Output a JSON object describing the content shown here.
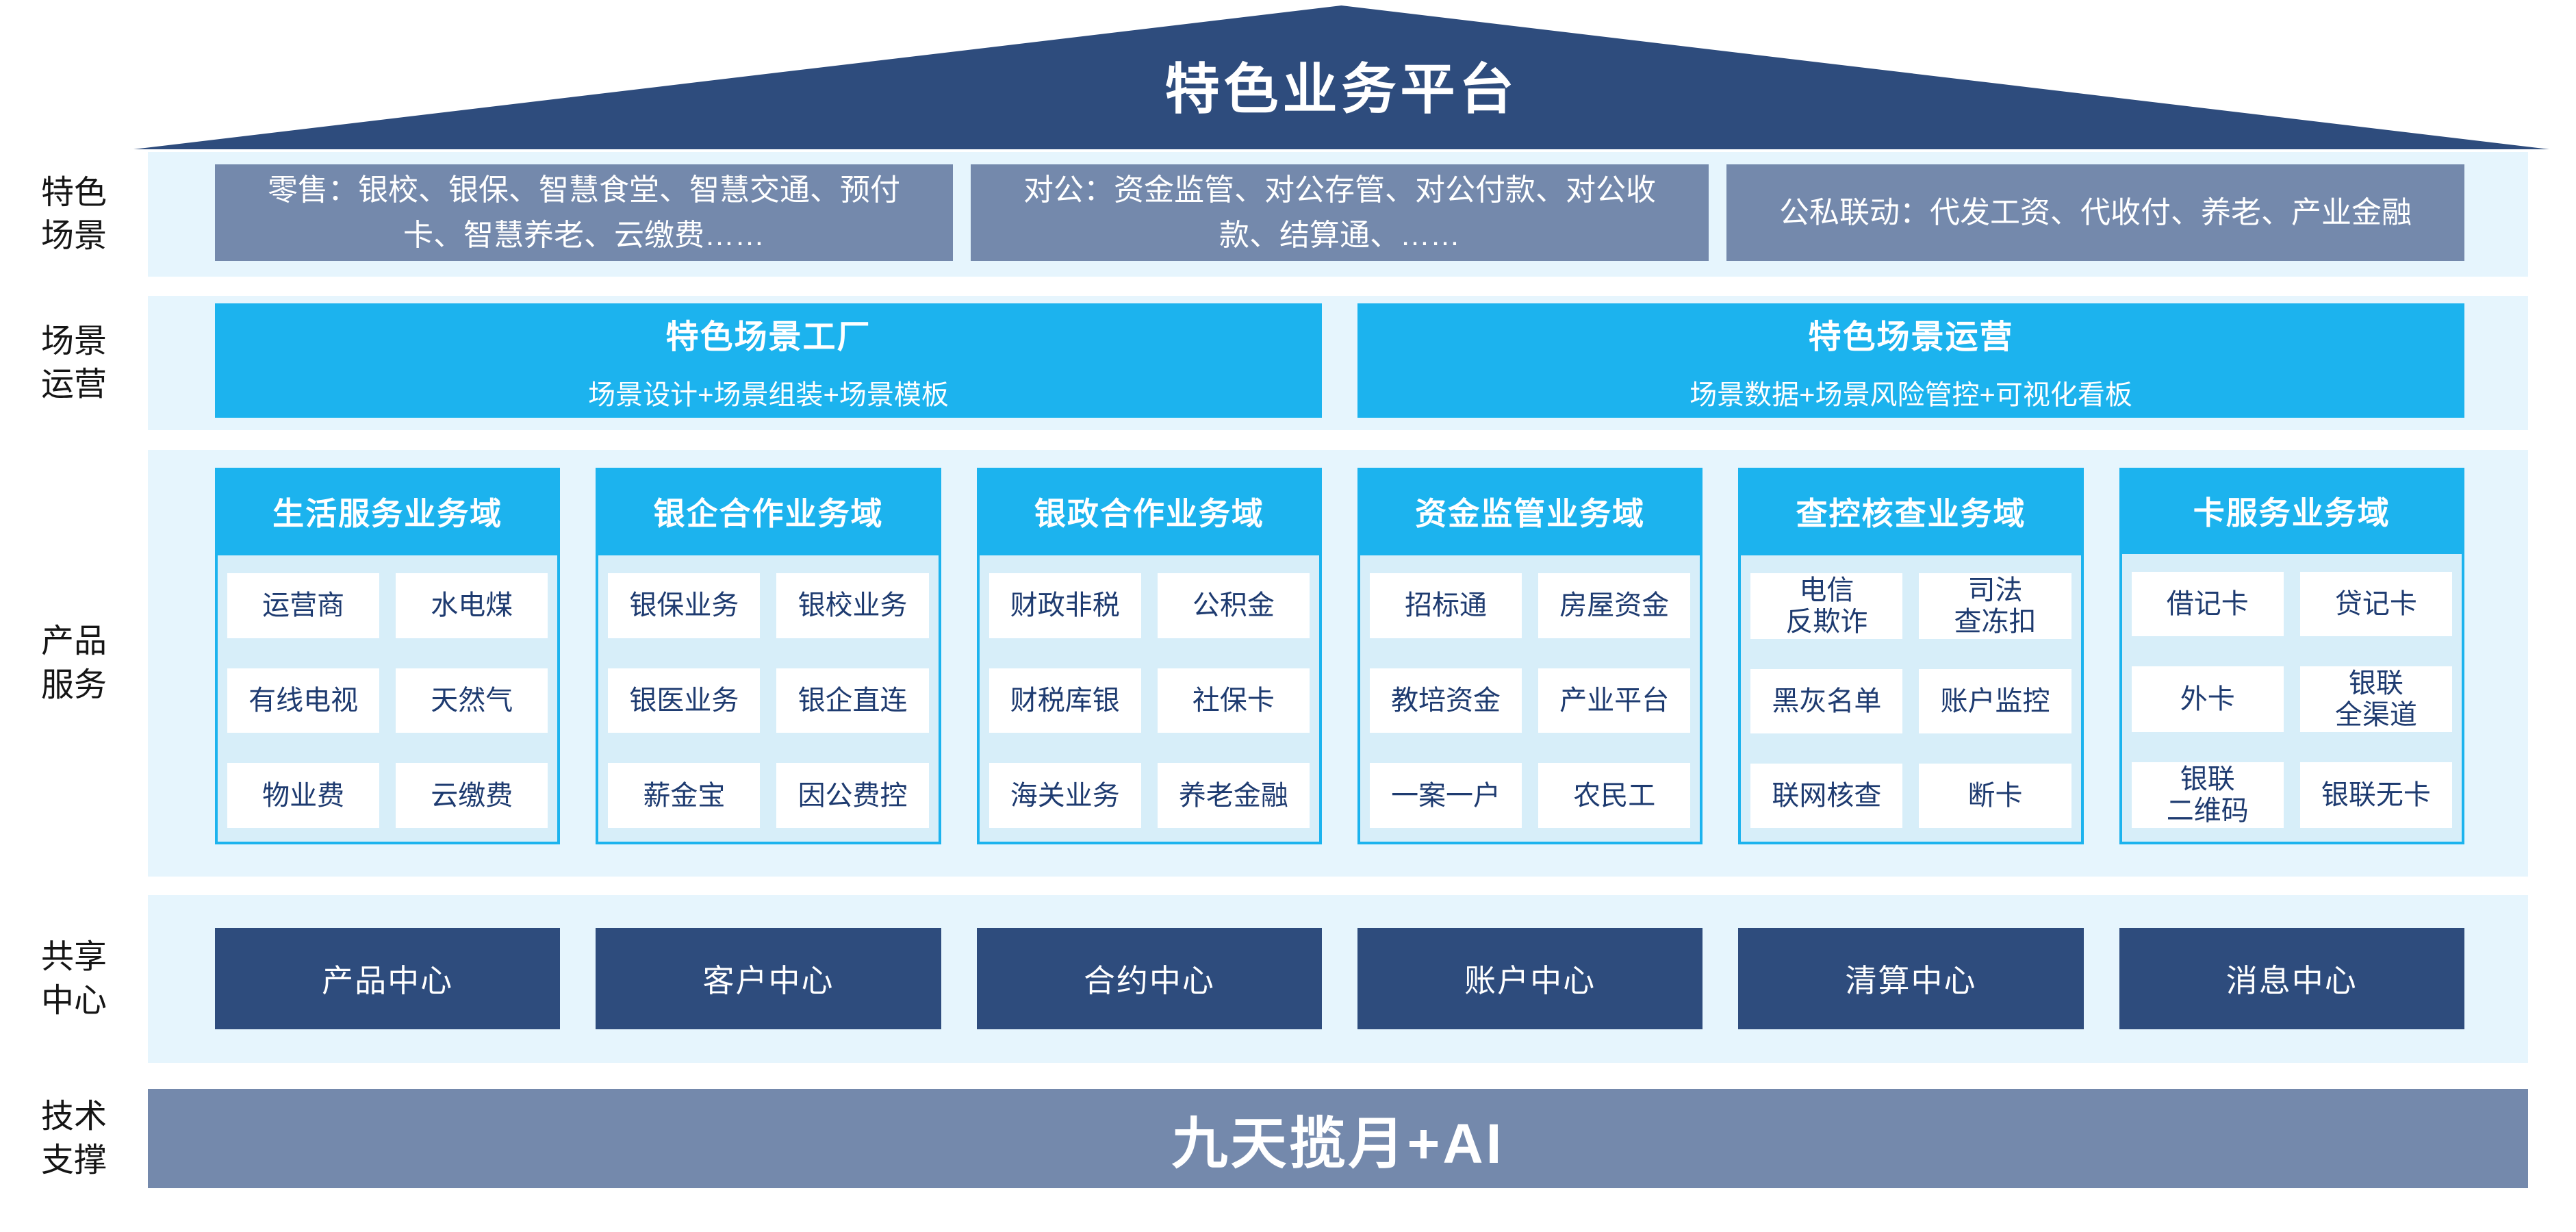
{
  "colors": {
    "navy": "#2E4C7D",
    "slate": "#7489AC",
    "cyan": "#1CB3EE",
    "band": "#E6F5FD",
    "panel": "#D7EEF9",
    "celltext": "#1E3B70"
  },
  "roof": {
    "title": "特色业务平台"
  },
  "side_labels": [
    "特色\n场景",
    "场景\n运营",
    "产品\n服务",
    "共享\n中心",
    "技术\n支撑"
  ],
  "scenes": {
    "boxes": [
      "零售：银校、银保、智慧食堂、智慧交通、预付卡、智慧养老、云缴费……",
      "对公：资金监管、对公存管、对公付款、对公收款、结算通、……",
      "公私联动：代发工资、代收付、养老、产业金融"
    ]
  },
  "operations": {
    "boxes": [
      {
        "title": "特色场景工厂",
        "subtitle": "场景设计+场景组装+场景模板"
      },
      {
        "title": "特色场景运营",
        "subtitle": "场景数据+场景风险管控+可视化看板"
      }
    ]
  },
  "products": {
    "domains": [
      {
        "header": "生活服务业务域",
        "cells": [
          "运营商",
          "水电煤",
          "有线电视",
          "天然气",
          "物业费",
          "云缴费"
        ]
      },
      {
        "header": "银企合作业务域",
        "cells": [
          "银保业务",
          "银校业务",
          "银医业务",
          "银企直连",
          "薪金宝",
          "因公费控"
        ]
      },
      {
        "header": "银政合作业务域",
        "cells": [
          "财政非税",
          "公积金",
          "财税库银",
          "社保卡",
          "海关业务",
          "养老金融"
        ]
      },
      {
        "header": "资金监管业务域",
        "cells": [
          "招标通",
          "房屋资金",
          "教培资金",
          "产业平台",
          "一案一户",
          "农民工"
        ]
      },
      {
        "header": "查控核查业务域",
        "cells": [
          "电信\n反欺诈",
          "司法\n查冻扣",
          "黑灰名单",
          "账户监控",
          "联网核查",
          "断卡"
        ]
      },
      {
        "header": "卡服务业务域",
        "cells": [
          "借记卡",
          "贷记卡",
          "外卡",
          "银联\n全渠道",
          "银联\n二维码",
          "银联无卡"
        ]
      }
    ]
  },
  "share": {
    "centers": [
      "产品中心",
      "客户中心",
      "合约中心",
      "账户中心",
      "清算中心",
      "消息中心"
    ]
  },
  "tech": {
    "label": "九天揽月+AI"
  }
}
